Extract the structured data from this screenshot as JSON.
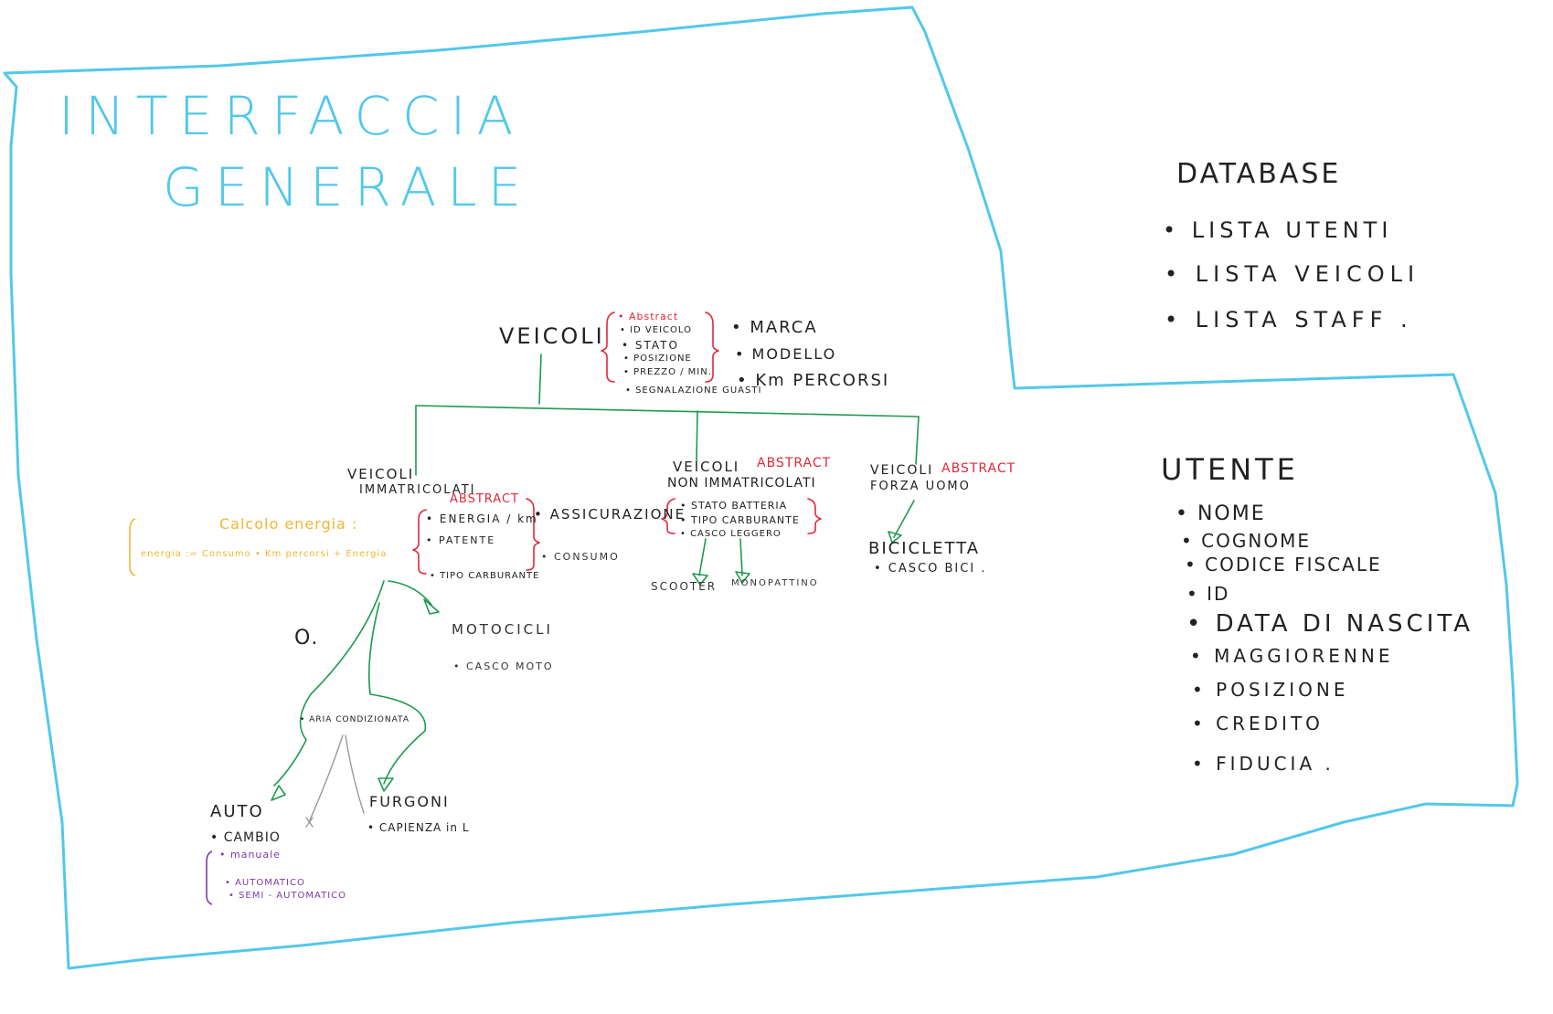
{
  "colors": {
    "border": "#52c8ea",
    "title": "#52c8ea",
    "connector": "#1e9a4e",
    "gray_connector": "#9a9a9a",
    "abstract": "#e0283a",
    "note": "#f2b630",
    "options": "#7b3aa8",
    "ink": "#222222"
  },
  "title": {
    "line1": "INTERFACCIA",
    "line2": "GENERALE"
  },
  "database": {
    "heading": "DATABASE",
    "items": [
      "• LISTA UTENTI",
      "• LISTA VEICOLI",
      "• LISTA STAFF ."
    ]
  },
  "utente": {
    "heading": "UTENTE",
    "items": [
      "• NOME",
      "• COGNOME",
      "• CODICE FISCALE",
      "• ID",
      "• DATA DI NASCITA",
      "• MAGGIORENNE",
      "• POSIZIONE",
      "• CREDITO",
      "• FIDUCIA ."
    ]
  },
  "veicoli": {
    "label": "VEICOLI",
    "bracket_items": [
      "• Abstract",
      "• ID VEICOLO",
      "• STATO",
      "• POSIZIONE",
      "• PREZZO / MIN."
    ],
    "extra_item": "• SEGNALAZIONE GUASTI",
    "fields": [
      "• MARCA",
      "• MODELLO",
      "• Km PERCORSI"
    ]
  },
  "immatricolati": {
    "line1": "VEICOLI",
    "line2": "IMMATRICOLATI",
    "abstract": "ABSTRACT",
    "bracket_items": [
      "• ENERGIA / km",
      "• PATENTE"
    ],
    "extra_item": "• TIPO CARBURANTE",
    "assicurazione": "• ASSICURAZIONE",
    "consumo": "• CONSUMO"
  },
  "note": {
    "heading": "Calcolo energia :",
    "formula": "energia := Consumo • Km percorsi + Energia"
  },
  "non_immatricolati": {
    "line1": "VEICOLI",
    "abstract": "ABSTRACT",
    "line2": "NON IMMATRICOLATI",
    "bracket_items": [
      "• STATO BATTERIA",
      "• TIPO CARBURANTE",
      "• CASCO LEGGERO"
    ],
    "children": [
      "SCOOTER",
      "MONOPATTINO"
    ]
  },
  "forza_uomo": {
    "line1": "VEICOLI",
    "abstract": "ABSTRACT",
    "line2": "FORZA UOMO",
    "child": "BICICLETTA",
    "child_item": "• CASCO BICI ."
  },
  "motocicli": {
    "label": "MOTOCICLI",
    "item": "• CASCO MOTO"
  },
  "marker": "O.",
  "aria_condizionata": "• ARIA CONDIZIONATA",
  "auto": {
    "label": "AUTO",
    "item": "• CAMBIO",
    "options": [
      "• manuale",
      "• AUTOMATICO",
      "• SEMI - AUTOMATICO"
    ]
  },
  "furgoni": {
    "label": "FURGONI",
    "item": "• CAPIENZA in L"
  }
}
